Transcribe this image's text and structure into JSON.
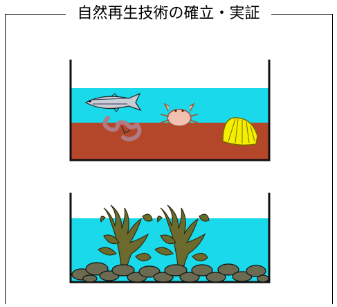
{
  "title": "自然再生技術の確立・実証",
  "colors": {
    "water": "#19d9ea",
    "sediment": "#b4472a",
    "stone": "#6b6b52",
    "algae": "#6d6a2d"
  },
  "panels": [
    {
      "name": "tidal-flat-tank",
      "contents": [
        "fish",
        "crab",
        "worm",
        "scallop"
      ]
    },
    {
      "name": "seaweed-bed-tank",
      "contents": [
        "seaweed",
        "seaweed",
        "stones"
      ]
    }
  ]
}
